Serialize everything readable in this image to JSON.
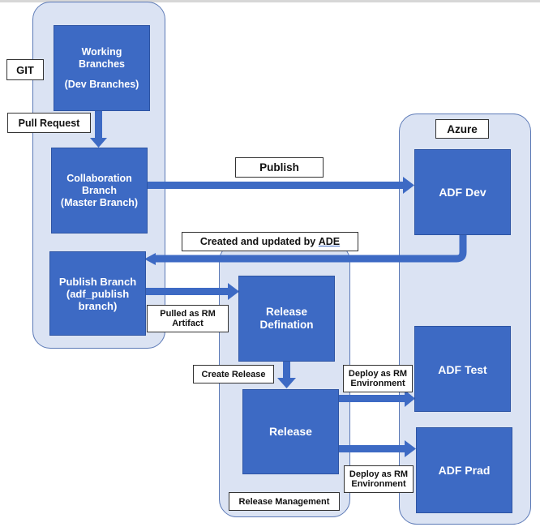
{
  "nodes": {
    "working_branches": [
      "Working",
      "Branches",
      "(Dev Branches)"
    ],
    "collaboration_branch": [
      "Collaboration",
      "Branch",
      "(Master Branch)"
    ],
    "publish_branch": [
      "Publish Branch",
      "(adf_publish",
      "branch)"
    ],
    "release_definition": [
      "Release",
      "Defination"
    ],
    "release": "Release",
    "adf_dev": "ADF Dev",
    "adf_test": "ADF Test",
    "adf_prad": "ADF Prad"
  },
  "labels": {
    "git": "GIT",
    "pull_request": "Pull Request",
    "publish": "Publish",
    "azure": "Azure",
    "created_updated_prefix": "Created and updated by",
    "created_updated_ade": "ADE",
    "pulled_as_rm": [
      "Pulled as RM",
      "Artifact"
    ],
    "create_release": "Create Release",
    "deploy_test": [
      "Deploy as RM",
      "Environment"
    ],
    "deploy_prod": [
      "Deploy as RM",
      "Environment"
    ],
    "release_management": "Release Management"
  },
  "colors": {
    "box": "#3d6ac4",
    "lane": "#dbe3f3",
    "lane_border": "#5b79b6"
  }
}
